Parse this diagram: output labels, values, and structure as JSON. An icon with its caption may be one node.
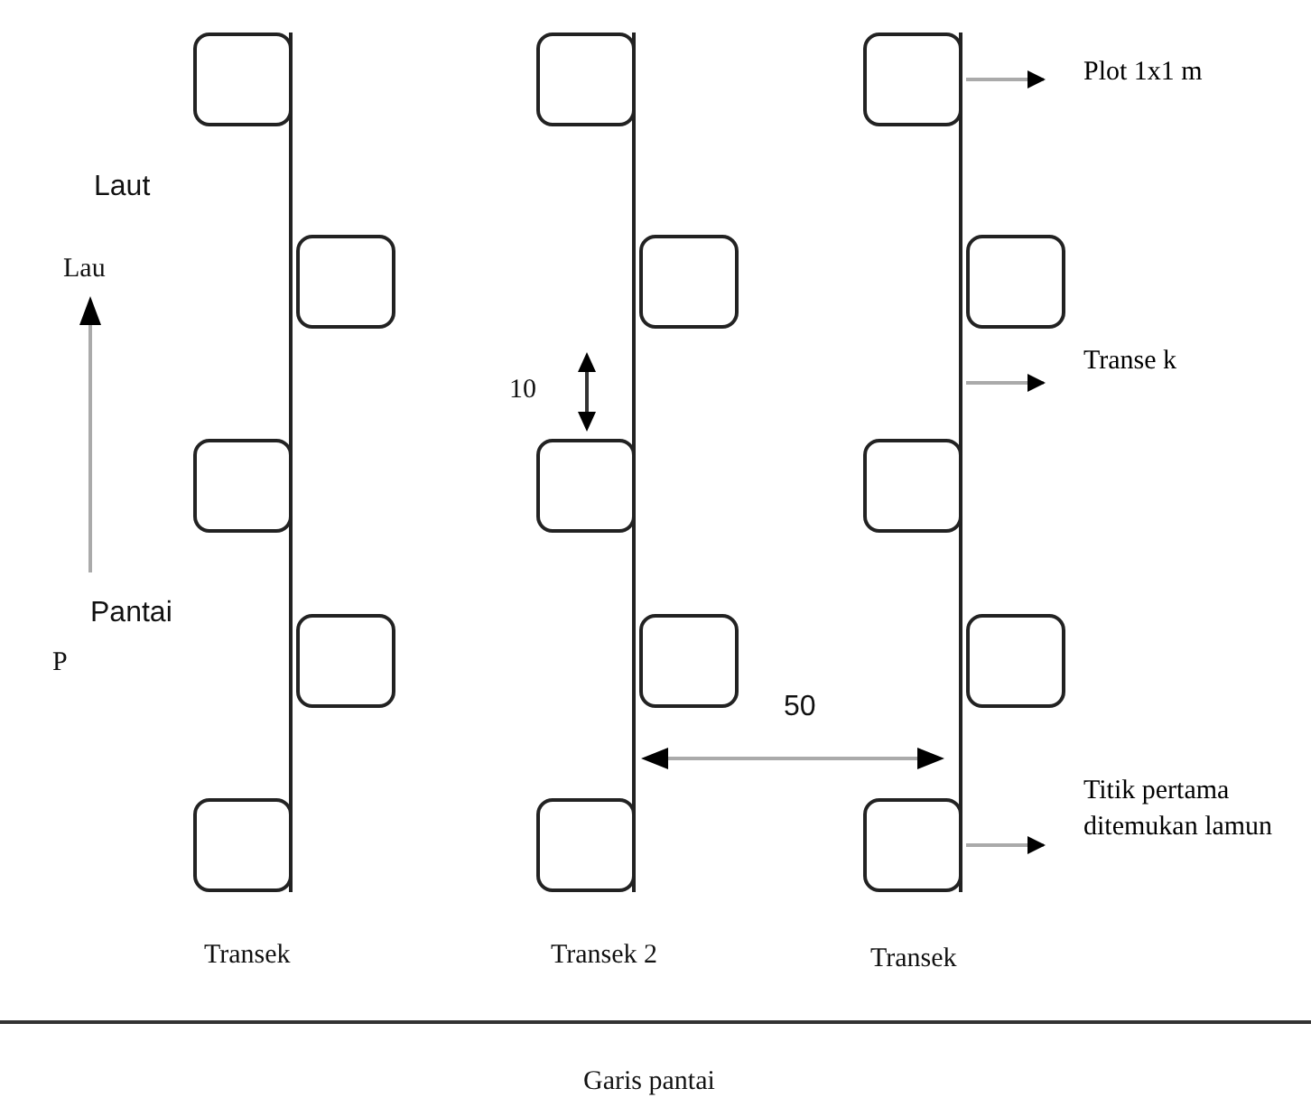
{
  "diagram": {
    "nodes": [
      {
        "text": [],
        "shape": "box"
      },
      {
        "text": [],
        "shape": "box"
      },
      {
        "text": [],
        "shape": "box"
      },
      {
        "text": [],
        "shape": "box"
      },
      {
        "text": [],
        "shape": "box"
      },
      {
        "text": [],
        "shape": "box"
      },
      {
        "text": [],
        "shape": "box"
      },
      {
        "text": [],
        "shape": "box"
      },
      {
        "text": [],
        "shape": "box"
      },
      {
        "text": [],
        "shape": "box"
      },
      {
        "text": [],
        "shape": "box"
      },
      {
        "text": [],
        "shape": "box"
      },
      {
        "text": [],
        "shape": "box"
      },
      {
        "text": [],
        "shape": "box"
      },
      {
        "text": [],
        "shape": "box"
      },
      {
        "text": [
          "Plot 1x1 m"
        ]
      },
      {
        "text": [
          "Transe k"
        ]
      },
      {
        "text": [
          "Titik pertama ditemukan lamun"
        ]
      }
    ],
    "edges": [
      {
        "from": 0,
        "to": 4,
        "arrow": "none"
      },
      {
        "from": 5,
        "to": 9,
        "arrow": "none"
      },
      {
        "from": 10,
        "to": 14,
        "arrow": "none"
      },
      {
        "from": 10,
        "to": 15,
        "arrow": "to",
        "color": "#aaaaaa"
      },
      {
        "from": null,
        "to": 16,
        "arrow": "to",
        "color": "#aaaaaa"
      },
      {
        "from": 14,
        "to": 17,
        "arrow": "to",
        "color": "#aaaaaa"
      }
    ],
    "labels": [
      "Laut",
      "Lau",
      "10",
      "Pantai",
      "P",
      "50",
      "Transek",
      "Transek 2",
      "Transek",
      "Garis pantai"
    ]
  }
}
